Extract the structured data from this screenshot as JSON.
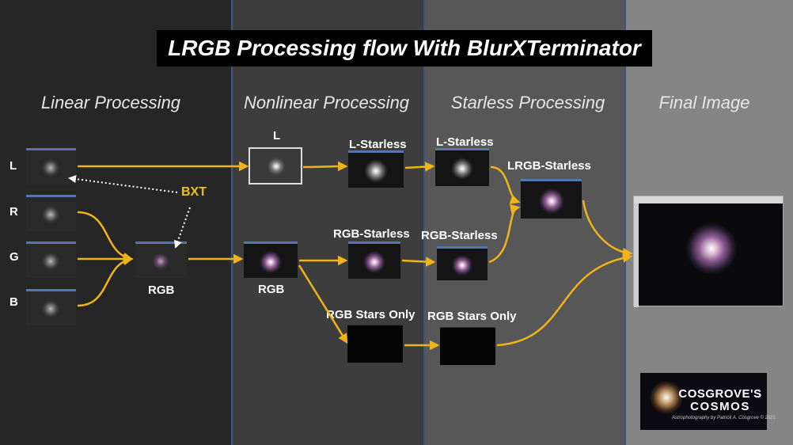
{
  "title": "LRGB Processing flow With BlurXTerminator",
  "stages": [
    "Linear Processing",
    "Nonlinear Processing",
    "Starless Processing",
    "Final Image"
  ],
  "channels": [
    "L",
    "R",
    "G",
    "B"
  ],
  "labels": {
    "rgb_linear": "RGB",
    "bxt": "BXT",
    "l_nonlinear": "L",
    "rgb_nonlinear": "RGB",
    "l_starless_1": "L-Starless",
    "l_starless_2": "L-Starless",
    "rgb_starless_1": "RGB-Starless",
    "rgb_starless_2": "RGB-Starless",
    "rgb_stars_1": "RGB Stars Only",
    "rgb_stars_2": "RGB Stars Only",
    "lrgb_starless": "LRGB-Starless"
  },
  "logo": {
    "line1": "COSGROVE'S",
    "line2": "COSMOS",
    "tagline": "Astrophotography by Patrick A. Cosgrove © 2021"
  },
  "colors": {
    "arrow": "#f0b418",
    "title_bg": "#000000",
    "divider": "#3b5580"
  }
}
